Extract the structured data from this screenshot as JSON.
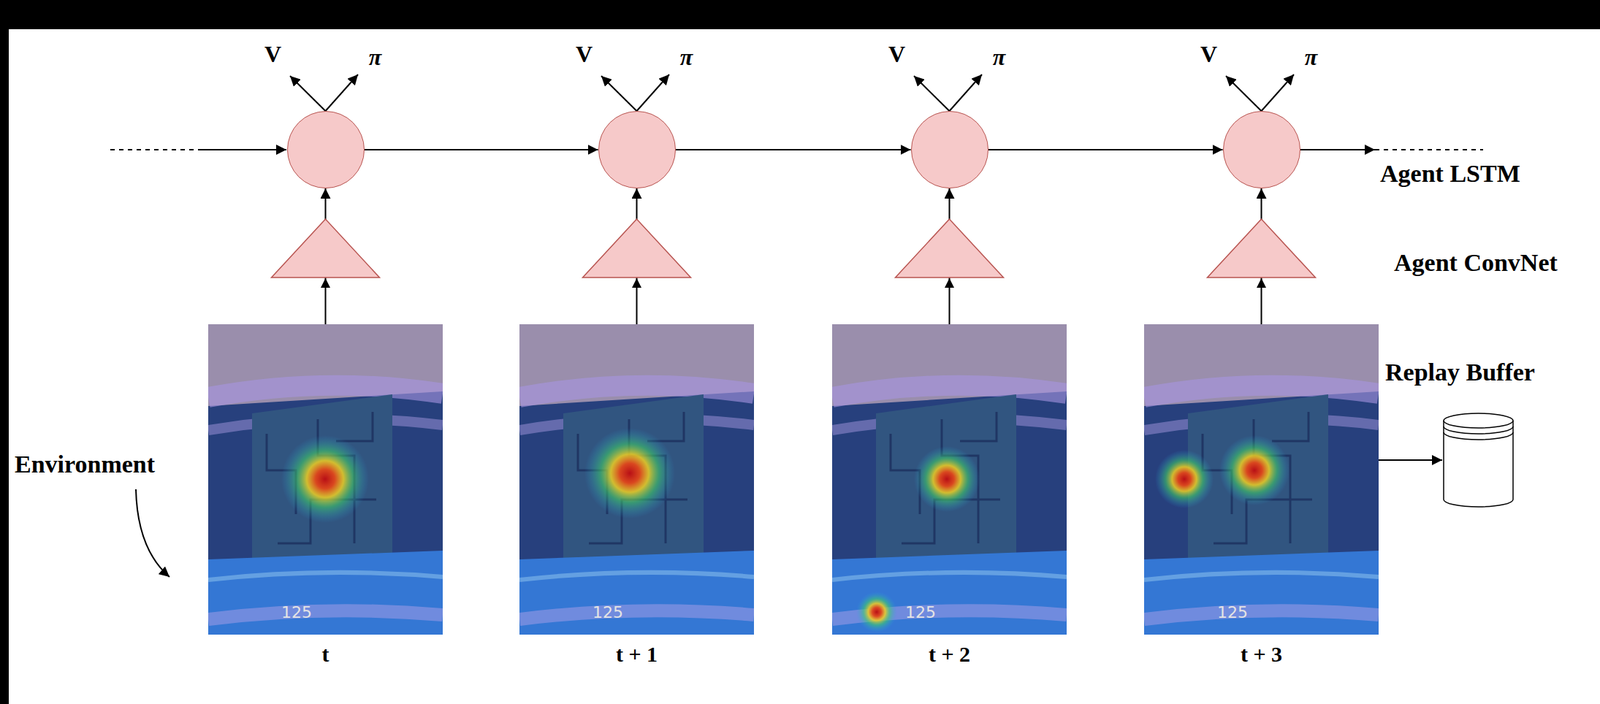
{
  "diagram": {
    "nodes": [
      {
        "text": [
          "V",
          "π"
        ]
      },
      {
        "text": [
          "V",
          "π"
        ]
      },
      {
        "text": [
          "V",
          "π"
        ]
      },
      {
        "text": [
          "V",
          "π"
        ]
      },
      {
        "text": [
          "t"
        ]
      },
      {
        "text": [
          "t + 1"
        ]
      },
      {
        "text": [
          "t + 2"
        ]
      },
      {
        "text": [
          "t + 3"
        ]
      },
      {
        "text": [
          "Replay Buffer"
        ]
      }
    ],
    "edges": [
      {
        "from": 0,
        "to": 1,
        "arrow": "to"
      },
      {
        "from": 1,
        "to": 2,
        "arrow": "to"
      },
      {
        "from": 2,
        "to": 3,
        "arrow": "to"
      },
      {
        "from": 4,
        "to": 0,
        "arrow": "to"
      },
      {
        "from": 5,
        "to": 1,
        "arrow": "to"
      },
      {
        "from": 6,
        "to": 2,
        "arrow": "to"
      },
      {
        "from": 7,
        "to": 3,
        "arrow": "to"
      },
      {
        "from": 7,
        "to": 8,
        "arrow": "to"
      }
    ],
    "labels": [
      "Agent LSTM",
      "Agent ConvNet",
      "Environment",
      "125",
      "125",
      "125",
      "125"
    ]
  }
}
